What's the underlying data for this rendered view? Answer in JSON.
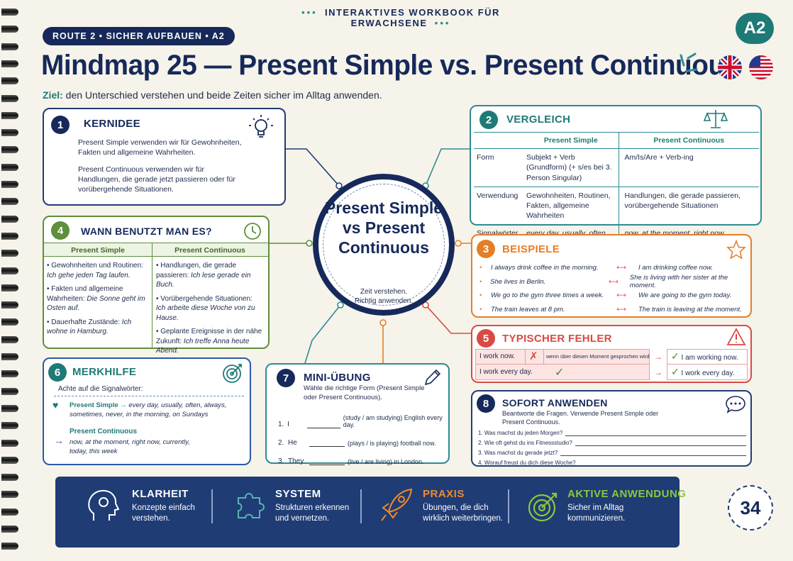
{
  "header": {
    "banner": "INTERAKTIVES WORKBOOK FÜR ERWACHSENE",
    "route": "ROUTE 2 • SICHER AUFBAUEN • A2",
    "level": "A2",
    "title": "Mindmap 25 — Present Simple vs. Present Continuous",
    "goal_label": "Ziel:",
    "goal_text": "den Unterschied verstehen und beide Zeiten sicher im Alltag anwenden."
  },
  "hub": {
    "title": "Present Simple vs Present Continuous",
    "subtitle_1": "Zeit verstehen.",
    "subtitle_2": "Richtig anwenden."
  },
  "kernidee": {
    "num": "1",
    "title": "KERNIDEE",
    "p1": "Present Simple verwenden wir für Gewohnheiten, Fakten und allgemeine Wahrheiten.",
    "p2": "Present Continuous verwenden wir für Handlungen, die gerade jetzt passieren oder für vorübergehende Situationen."
  },
  "vergleich": {
    "num": "2",
    "title": "VERGLEICH",
    "col1": "Present Simple",
    "col2": "Present Continuous",
    "rows": [
      {
        "label": "Form",
        "a": "Subjekt + Verb (Grundform) (+ s/es bei 3. Person Singular)",
        "b": "Am/Is/Are + Verb-ing"
      },
      {
        "label": "Verwendung",
        "a": "Gewohnheiten, Routinen, Fakten, allgemeine Wahrheiten",
        "b": "Handlungen, die gerade passieren, vorübergehende Situationen"
      },
      {
        "label": "Signalwörter",
        "a": "every day, usually, often, always, sometimes, never",
        "b": "now, at the moment, right now, currently, today"
      }
    ]
  },
  "beispiele": {
    "num": "3",
    "title": "BEISPIELE",
    "rows": [
      {
        "a": "I always drink coffee in the morning.",
        "b": "I am drinking coffee now."
      },
      {
        "a": "She lives in Berlin.",
        "b": "She is living with her sister at the moment."
      },
      {
        "a": "We go to the gym three times a week.",
        "b": "We are going to the gym today."
      },
      {
        "a": "The train leaves at 8 pm.",
        "b": "The train is leaving at the moment."
      }
    ]
  },
  "wann": {
    "num": "4",
    "title": "WANN BENUTZT MAN ES?",
    "col1": "Present Simple",
    "col2": "Present Continuous",
    "left": [
      {
        "t": "Gewohnheiten und Routinen:",
        "e": "Ich gehe jeden Tag laufen."
      },
      {
        "t": "Fakten und allgemeine Wahrheiten:",
        "e": "Die Sonne geht im Osten auf."
      },
      {
        "t": "Dauerhafte Zustände:",
        "e": "Ich wohne in Hamburg."
      }
    ],
    "right": [
      {
        "t": "Handlungen, die gerade passieren:",
        "e": "Ich lese gerade ein Buch."
      },
      {
        "t": "Vorübergehende Situationen:",
        "e": "Ich arbeite diese Woche von zu Hause."
      },
      {
        "t": "Geplante Ereignisse in der nähe Zukunft:",
        "e": "Ich treffe Anna heute Abend."
      }
    ]
  },
  "fehler": {
    "num": "5",
    "title": "TYPISCHER FEHLER",
    "wrong1": "I work now.",
    "note": "wenn über diesen Moment gesprochen wird",
    "right1": "I am working now.",
    "wrong2": "I work every day.",
    "right2": "I work every day."
  },
  "merkhilfe": {
    "num": "6",
    "title": "MERKHILFE",
    "intro": "Achte auf die Signalwörter:",
    "ps_label": "Present Simple",
    "ps_words": "every day, usually, often, always, sometimes, never, in the morning, on Sundays",
    "pc_label": "Present Continuous",
    "pc_words": "now, at the moment, right now, currently, today, this week"
  },
  "uebung": {
    "num": "7",
    "title": "MINI-ÜBUNG",
    "intro": "Wähle die richtige Form (Present Simple oder Present Continuous).",
    "items": [
      {
        "n": "1.",
        "s": "I",
        "h": "(study / am studying) English every day."
      },
      {
        "n": "2.",
        "s": "He",
        "h": "(plays / is playing) football now."
      },
      {
        "n": "3.",
        "s": "They",
        "h": "(live / are living) in London."
      }
    ]
  },
  "anwenden": {
    "num": "8",
    "title": "SOFORT ANWENDEN",
    "intro": "Beantworte die Fragen. Verwende Present Simple oder Present Continuous.",
    "questions": [
      "1.  Was machst du jeden Morgen?",
      "2.  Wie oft gehst du ins Fitnessstudio?",
      "3.  Was machst du gerade jetzt?",
      "4.  Worauf freust du dich diese Woche?"
    ]
  },
  "features": [
    {
      "title": "KLARHEIT",
      "d1": "Konzepte einfach",
      "d2": "verstehen.",
      "color": "#ffffff"
    },
    {
      "title": "SYSTEM",
      "d1": "Strukturen erkennen",
      "d2": "und vernetzen.",
      "color": "#ffffff"
    },
    {
      "title": "PRAXIS",
      "d1": "Übungen, die dich",
      "d2": "wirklich weiterbringen.",
      "color": "#f08a2c"
    },
    {
      "title": "AKTIVE ANWENDUNG",
      "d1": "Sicher im Alltag",
      "d2": "kommunizieren.",
      "color": "#8dc63f"
    }
  ],
  "page_number": "34",
  "colors": {
    "navy": "#16295a",
    "teal": "#2b8c94",
    "green": "#5e8f3c",
    "orange": "#e57e26",
    "red": "#d94a43"
  }
}
